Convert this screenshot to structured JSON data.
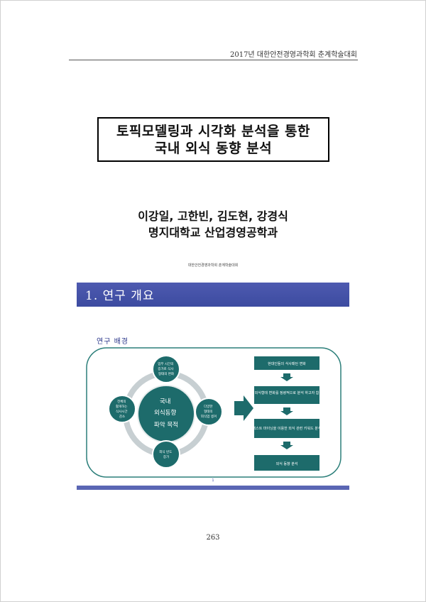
{
  "header": {
    "conference": "2017년 대한안전경영과학회 춘계학술대회"
  },
  "title": {
    "line1": "토픽모델링과 시각화 분석을 통한",
    "line2": "국내 외식 동향 분석"
  },
  "authors": {
    "names": "이강일, 고한빈, 김도현, 강경식",
    "affiliation": "명지대학교 산업경영공학과"
  },
  "note": "대한안전경영과학회 춘계학술대회",
  "slide": {
    "title": "1. 연구 개요",
    "subtitle": "연구 배경",
    "center": [
      "국내",
      "외식동향",
      "파악 목적"
    ],
    "satellites": [
      [
        "업무 시간의",
        "증가로 식사",
        "형태의 변화"
      ],
      [
        "다양한",
        "형태의",
        "외식업 생겨"
      ],
      [
        "외식 빈도",
        "증가"
      ],
      [
        "전체의",
        "활게하는",
        "식사시간",
        "감소"
      ]
    ],
    "flow": [
      "현대인들의 식사패턴 변화",
      "외식형태 변화를 정량적으로 분석 하고자 함",
      "텍스트 마이닝을 이용한 외식 관련 키워드 분석",
      "외식 동향 분석"
    ],
    "page": "1"
  },
  "page_number": "263",
  "colors": {
    "slide_band": "#3c4ba0",
    "diagram_teal": "#1d6b6b",
    "box_border": "#2c7f7a"
  }
}
